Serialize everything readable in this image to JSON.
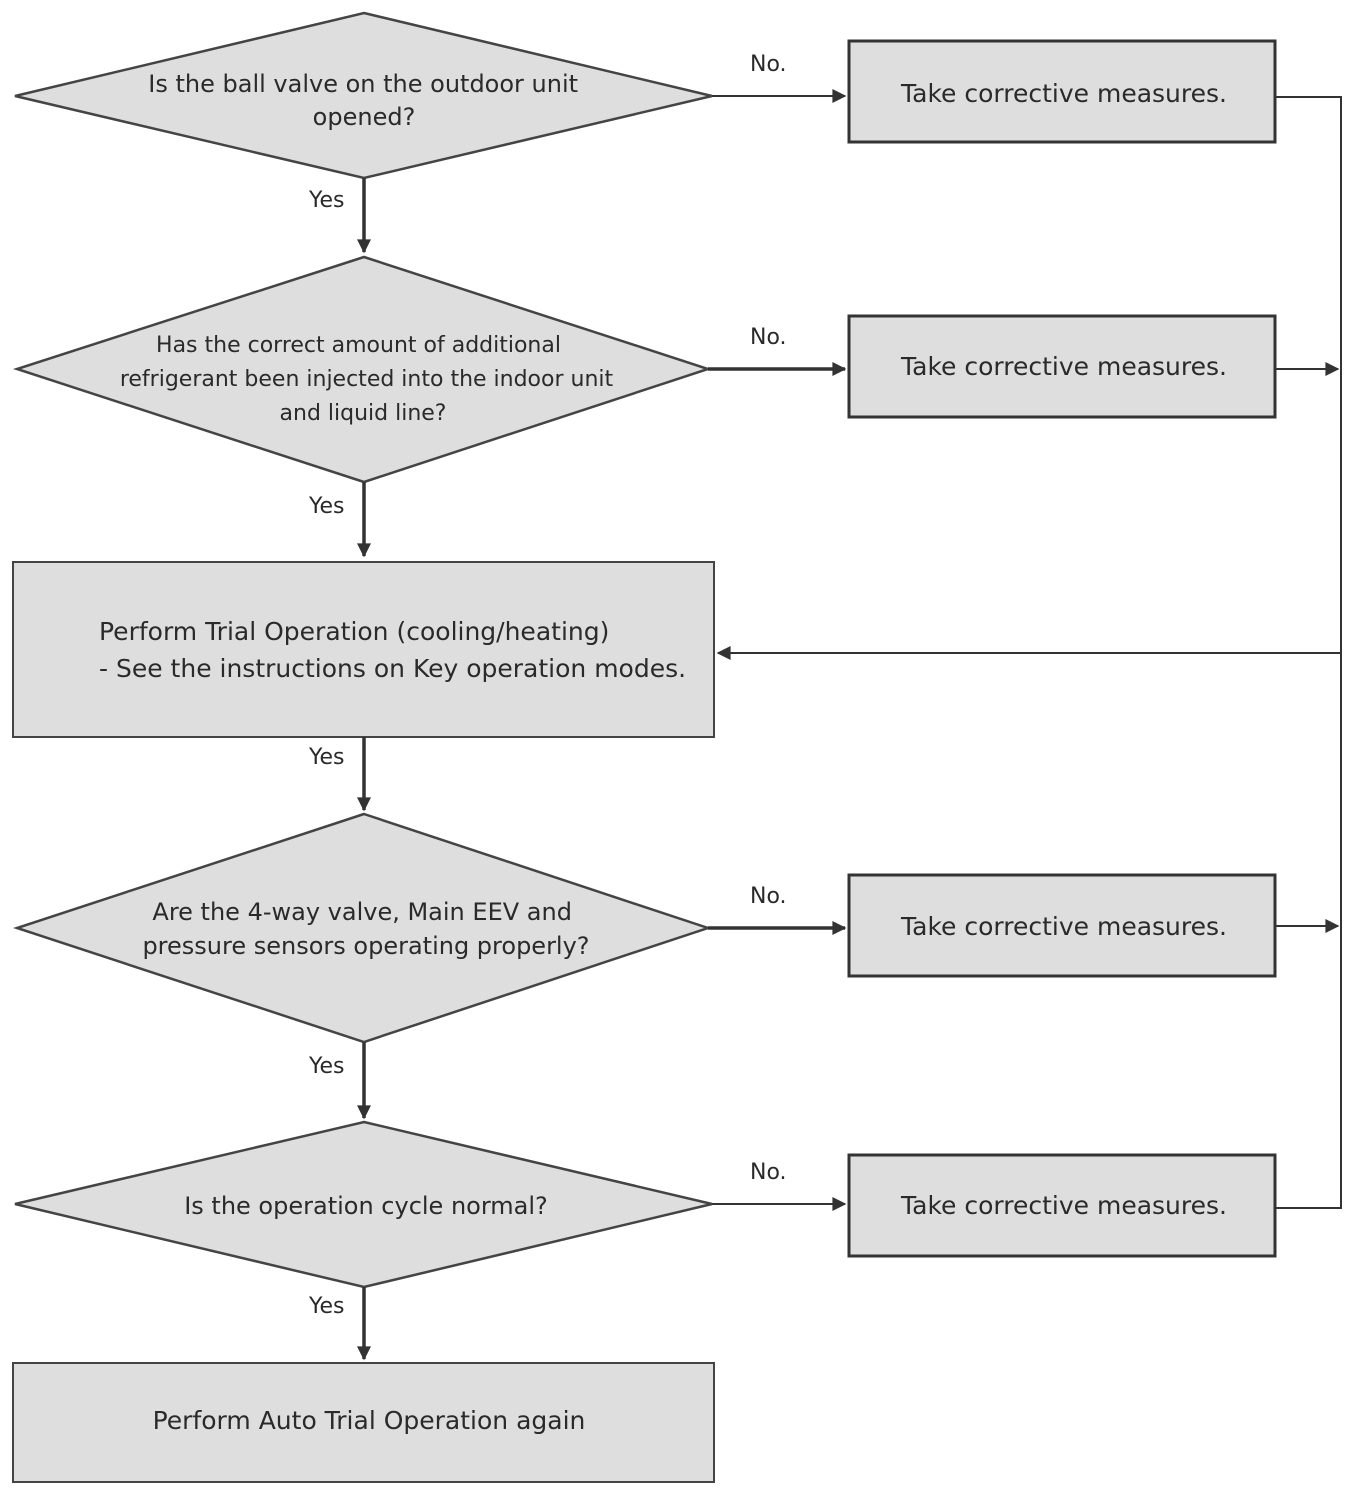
{
  "decisions": [
    {
      "id": "d1",
      "lines": [
        "Is the ball valve on the outdoor unit",
        "opened?"
      ]
    },
    {
      "id": "d2",
      "lines": [
        "Has the correct amount of additional",
        "refrigerant been injected into the indoor unit",
        "and liquid line?"
      ]
    },
    {
      "id": "d3",
      "lines": [
        "Are the 4-way valve, Main EEV and",
        "pressure sensors operating properly?"
      ]
    },
    {
      "id": "d4",
      "lines": [
        "Is the operation cycle normal?"
      ]
    }
  ],
  "process": {
    "trial": [
      "Perform Trial Operation (cooling/heating)",
      "- See the instructions on Key operation modes."
    ],
    "auto": "Perform Auto Trial Operation again"
  },
  "corrective": [
    "Take corrective measures.",
    "Take corrective measures.",
    "Take corrective measures.",
    "Take corrective measures."
  ],
  "labels": {
    "yes": [
      "Yes",
      "Yes",
      "Yes",
      "Yes",
      "Yes"
    ],
    "no": [
      "No.",
      "No.",
      "No.",
      "No."
    ]
  }
}
